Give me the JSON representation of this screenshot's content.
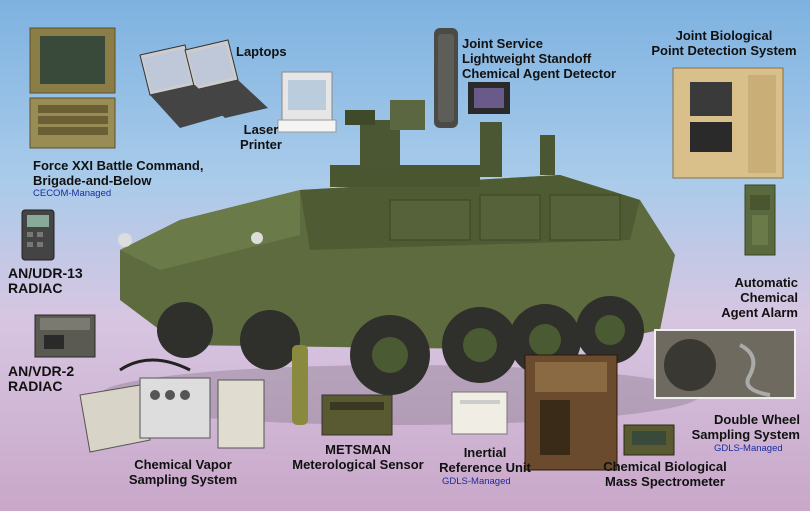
{
  "labels": {
    "fbcb2": "Force XXI Battle Command,\nBrigade-and-Below",
    "fbcb2_managed": "CECOM-Managed",
    "laptops": "Laptops",
    "laser_printer": "Laser\nPrinter",
    "jslscad": "Joint Service\nLightweight Standoff\nChemical Agent Detector",
    "jbpds": "Joint Biological\nPoint Detection System",
    "udr13": "AN/UDR-13\nRADIAC",
    "vdr2": "AN/VDR-2\nRADIAC",
    "acaa": "Automatic\nChemical\nAgent Alarm",
    "dwss": "Double Wheel\nSampling System",
    "dwss_managed": "GDLS-Managed",
    "cvss": "Chemical Vapor\nSampling System",
    "metsman": "METSMAN\nMeterological Sensor",
    "iru": "Inertial\nReference Unit",
    "iru_managed": "GDLS-Managed",
    "cbms": "Chemical Biological\nMass Spectrometer"
  },
  "colors": {
    "vehicle": "#5d6b3e",
    "managed_text": "#1a2ca0"
  }
}
